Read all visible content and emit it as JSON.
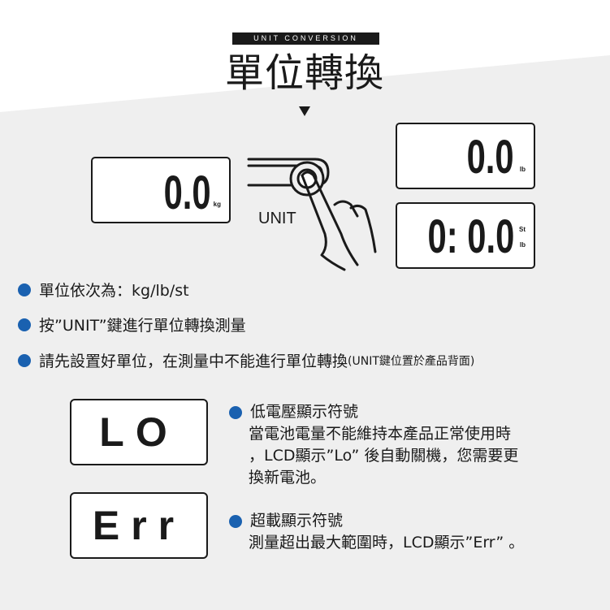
{
  "header": {
    "tag": "UNIT CONVERSION",
    "title": "單位轉換"
  },
  "diagram": {
    "kg_display": {
      "value": "0.0",
      "unit": "kg"
    },
    "lb_display": {
      "value": "0.0",
      "unit": "lb"
    },
    "stlb_display": {
      "value": "0: 0.0",
      "unit_top": "St",
      "unit_bottom": "lb"
    },
    "button_label": "UNIT"
  },
  "bullets": {
    "b1": "單位依次為：kg/lb/st",
    "b2": "按”UNIT”鍵進行單位轉換測量",
    "b3_main": "請先設置好單位，在測量中不能進行單位轉換",
    "b3_note": "(UNIT鍵位置於產品背面)"
  },
  "signs": {
    "lo": {
      "display": "LO",
      "heading": "低電壓顯示符號",
      "lines": [
        "當電池電量不能維持本產品正常使用時",
        "，LCD顯示”Lo” 後自動關機，您需要更",
        "換新電池。"
      ]
    },
    "err": {
      "display": "Err",
      "heading": "超載顯示符號",
      "lines": [
        "測量超出最大範圍時，LCD顯示”Err” 。"
      ]
    }
  },
  "colors": {
    "bullet": "#1a61b0",
    "panel": "#efefef",
    "ink": "#1a1a1a"
  }
}
